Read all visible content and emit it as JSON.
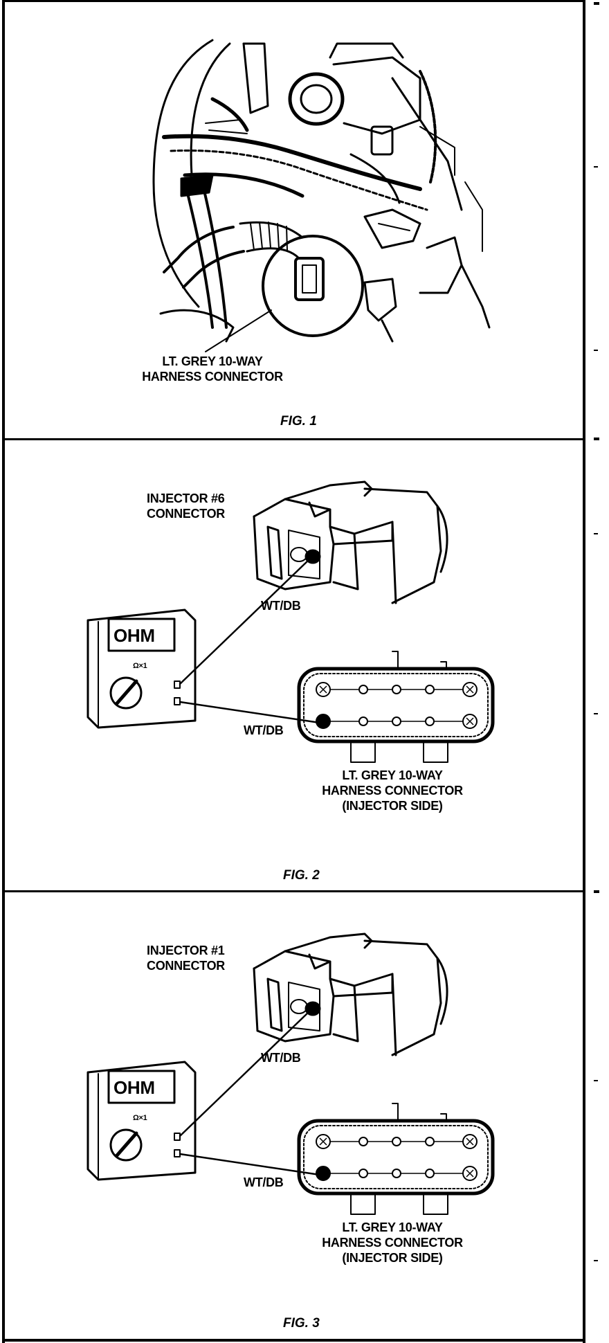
{
  "figures": [
    {
      "caption": "FIG. 1",
      "connector_label_line1": "LT. GREY 10-WAY",
      "connector_label_line2": "HARNESS CONNECTOR"
    },
    {
      "caption": "FIG. 2",
      "injector_label_line1": "INJECTOR #6",
      "injector_label_line2": "CONNECTOR",
      "meter_display": "OHM",
      "meter_range": "Ω×1",
      "wire_label_top": "WT/DB",
      "wire_label_bottom": "WT/DB",
      "harness_label_line1": "LT. GREY 10-WAY",
      "harness_label_line2": "HARNESS CONNECTOR",
      "harness_label_line3": "(INJECTOR SIDE)"
    },
    {
      "caption": "FIG. 3",
      "injector_label_line1": "INJECTOR #1",
      "injector_label_line2": "CONNECTOR",
      "meter_display": "OHM",
      "meter_range": "Ω×1",
      "wire_label_top": "WT/DB",
      "wire_label_bottom": "WT/DB",
      "harness_label_line1": "LT. GREY 10-WAY",
      "harness_label_line2": "HARNESS CONNECTOR",
      "harness_label_line3": "(INJECTOR SIDE)"
    }
  ]
}
